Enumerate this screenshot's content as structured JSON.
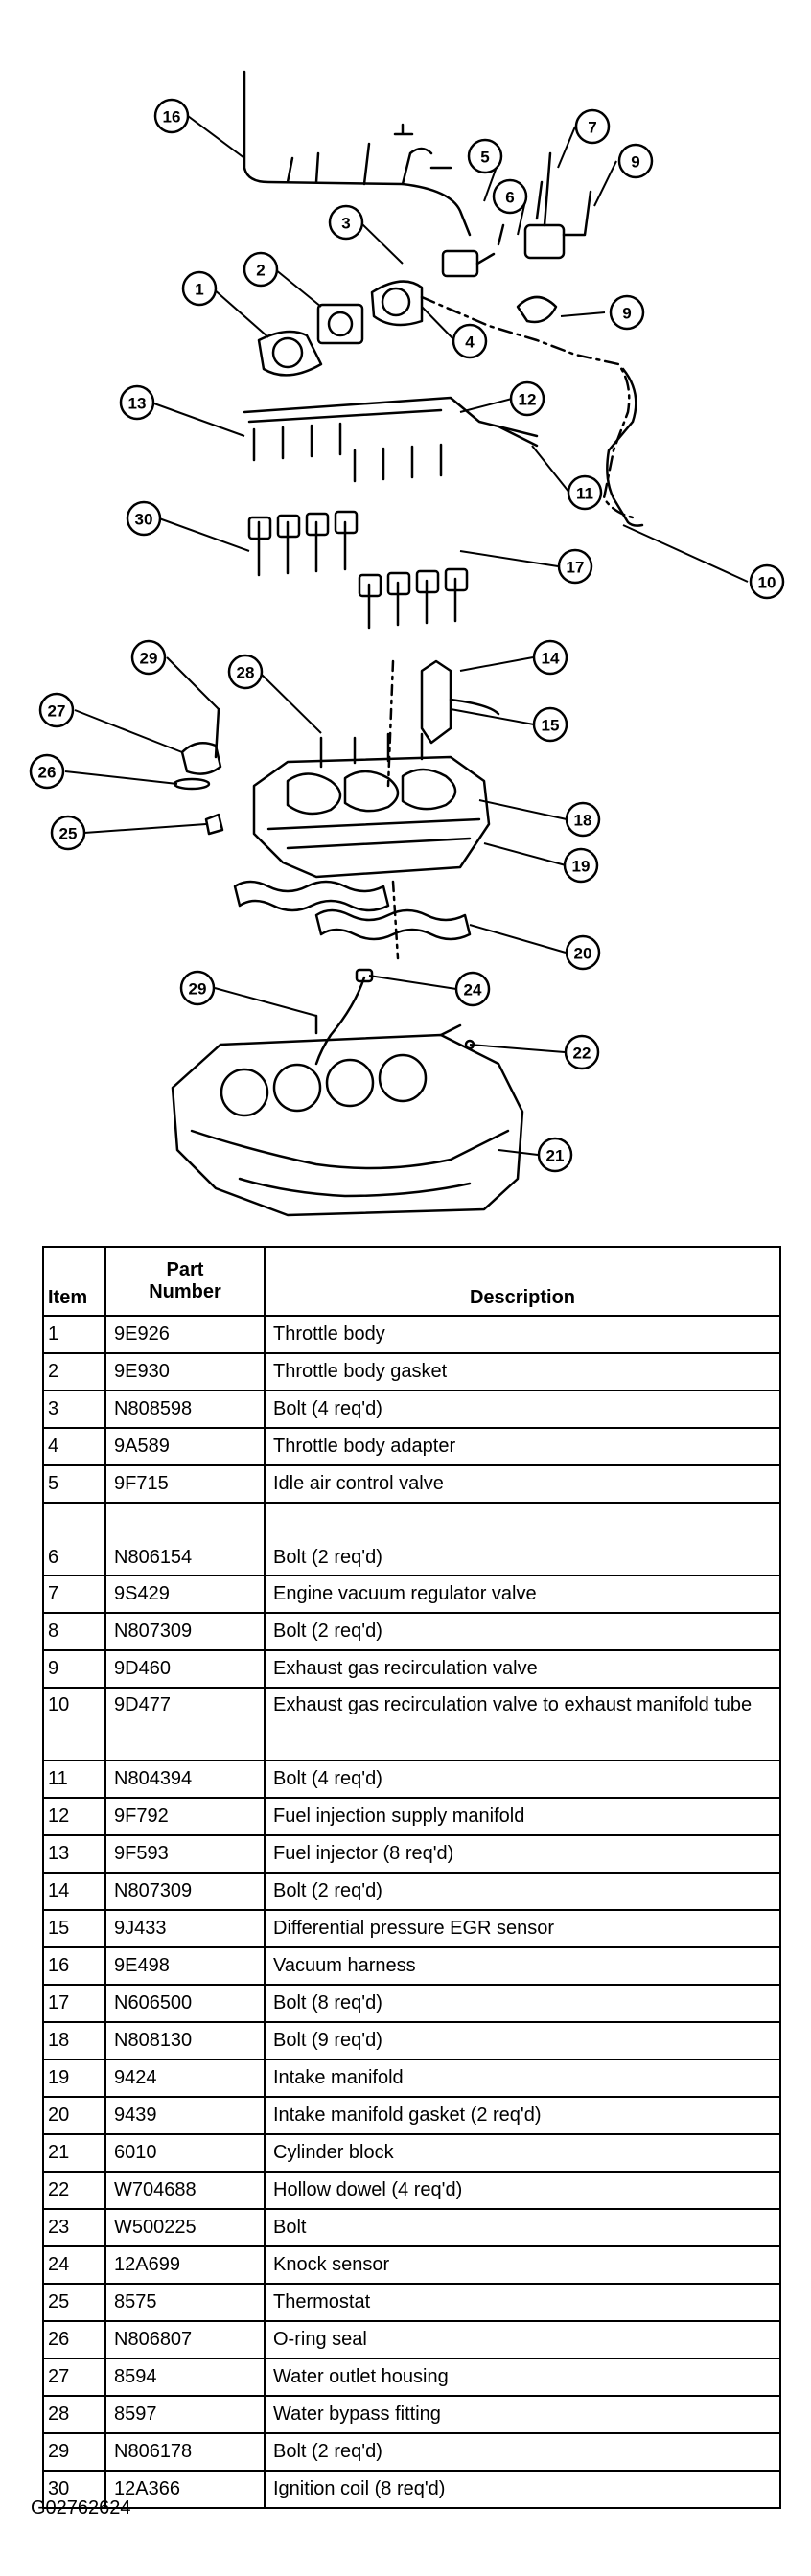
{
  "callouts": [
    "16",
    "7",
    "9",
    "5",
    "6",
    "3",
    "2",
    "1",
    "4",
    "9",
    "13",
    "12",
    "11",
    "10",
    "30",
    "17",
    "14",
    "29",
    "28",
    "27",
    "15",
    "26",
    "18",
    "25",
    "19",
    "20",
    "29",
    "24",
    "22",
    "21"
  ],
  "table": {
    "headers": {
      "item": "Item",
      "part_number": "Part\nNumber",
      "description": "Description"
    },
    "rows": [
      {
        "item": "1",
        "part": "9E926",
        "desc": "Throttle body"
      },
      {
        "item": "2",
        "part": "9E930",
        "desc": "Throttle body gasket"
      },
      {
        "item": "3",
        "part": "N808598",
        "desc": "Bolt (4 req'd)"
      },
      {
        "item": "4",
        "part": "9A589",
        "desc": "Throttle body adapter"
      },
      {
        "item": "5",
        "part": "9F715",
        "desc": "Idle air control valve"
      },
      {
        "item": "6",
        "part": "N806154",
        "desc": "Bolt (2 req'd)"
      },
      {
        "item": "7",
        "part": "9S429",
        "desc": "Engine vacuum regulator valve"
      },
      {
        "item": "8",
        "part": "N807309",
        "desc": "Bolt (2 req'd)"
      },
      {
        "item": "9",
        "part": "9D460",
        "desc": "Exhaust gas recirculation valve"
      },
      {
        "item": "10",
        "part": "9D477",
        "desc": "Exhaust gas recirculation valve to exhaust manifold tube"
      },
      {
        "item": "11",
        "part": "N804394",
        "desc": "Bolt (4 req'd)"
      },
      {
        "item": "12",
        "part": "9F792",
        "desc": "Fuel injection supply manifold"
      },
      {
        "item": "13",
        "part": "9F593",
        "desc": "Fuel injector (8 req'd)"
      },
      {
        "item": "14",
        "part": "N807309",
        "desc": "Bolt (2 req'd)"
      },
      {
        "item": "15",
        "part": "9J433",
        "desc": "Differential pressure EGR sensor"
      },
      {
        "item": "16",
        "part": "9E498",
        "desc": "Vacuum harness"
      },
      {
        "item": "17",
        "part": "N606500",
        "desc": "Bolt (8 req'd)"
      },
      {
        "item": "18",
        "part": "N808130",
        "desc": "Bolt (9 req'd)"
      },
      {
        "item": "19",
        "part": "9424",
        "desc": "Intake manifold"
      },
      {
        "item": "20",
        "part": "9439",
        "desc": "Intake manifold gasket (2 req'd)"
      },
      {
        "item": "21",
        "part": "6010",
        "desc": "Cylinder block"
      },
      {
        "item": "22",
        "part": "W704688",
        "desc": "Hollow dowel (4 req'd)"
      },
      {
        "item": "23",
        "part": "W500225",
        "desc": "Bolt"
      },
      {
        "item": "24",
        "part": "12A699",
        "desc": "Knock sensor"
      },
      {
        "item": "25",
        "part": "8575",
        "desc": "Thermostat"
      },
      {
        "item": "26",
        "part": "N806807",
        "desc": "O-ring seal"
      },
      {
        "item": "27",
        "part": "8594",
        "desc": "Water outlet housing"
      },
      {
        "item": "28",
        "part": "8597",
        "desc": "Water bypass fitting"
      },
      {
        "item": "29",
        "part": "N806178",
        "desc": "Bolt (2 req'd)"
      },
      {
        "item": "30",
        "part": "12A366",
        "desc": "Ignition coil (8 req'd)"
      }
    ]
  },
  "figure_id": "G02762624"
}
